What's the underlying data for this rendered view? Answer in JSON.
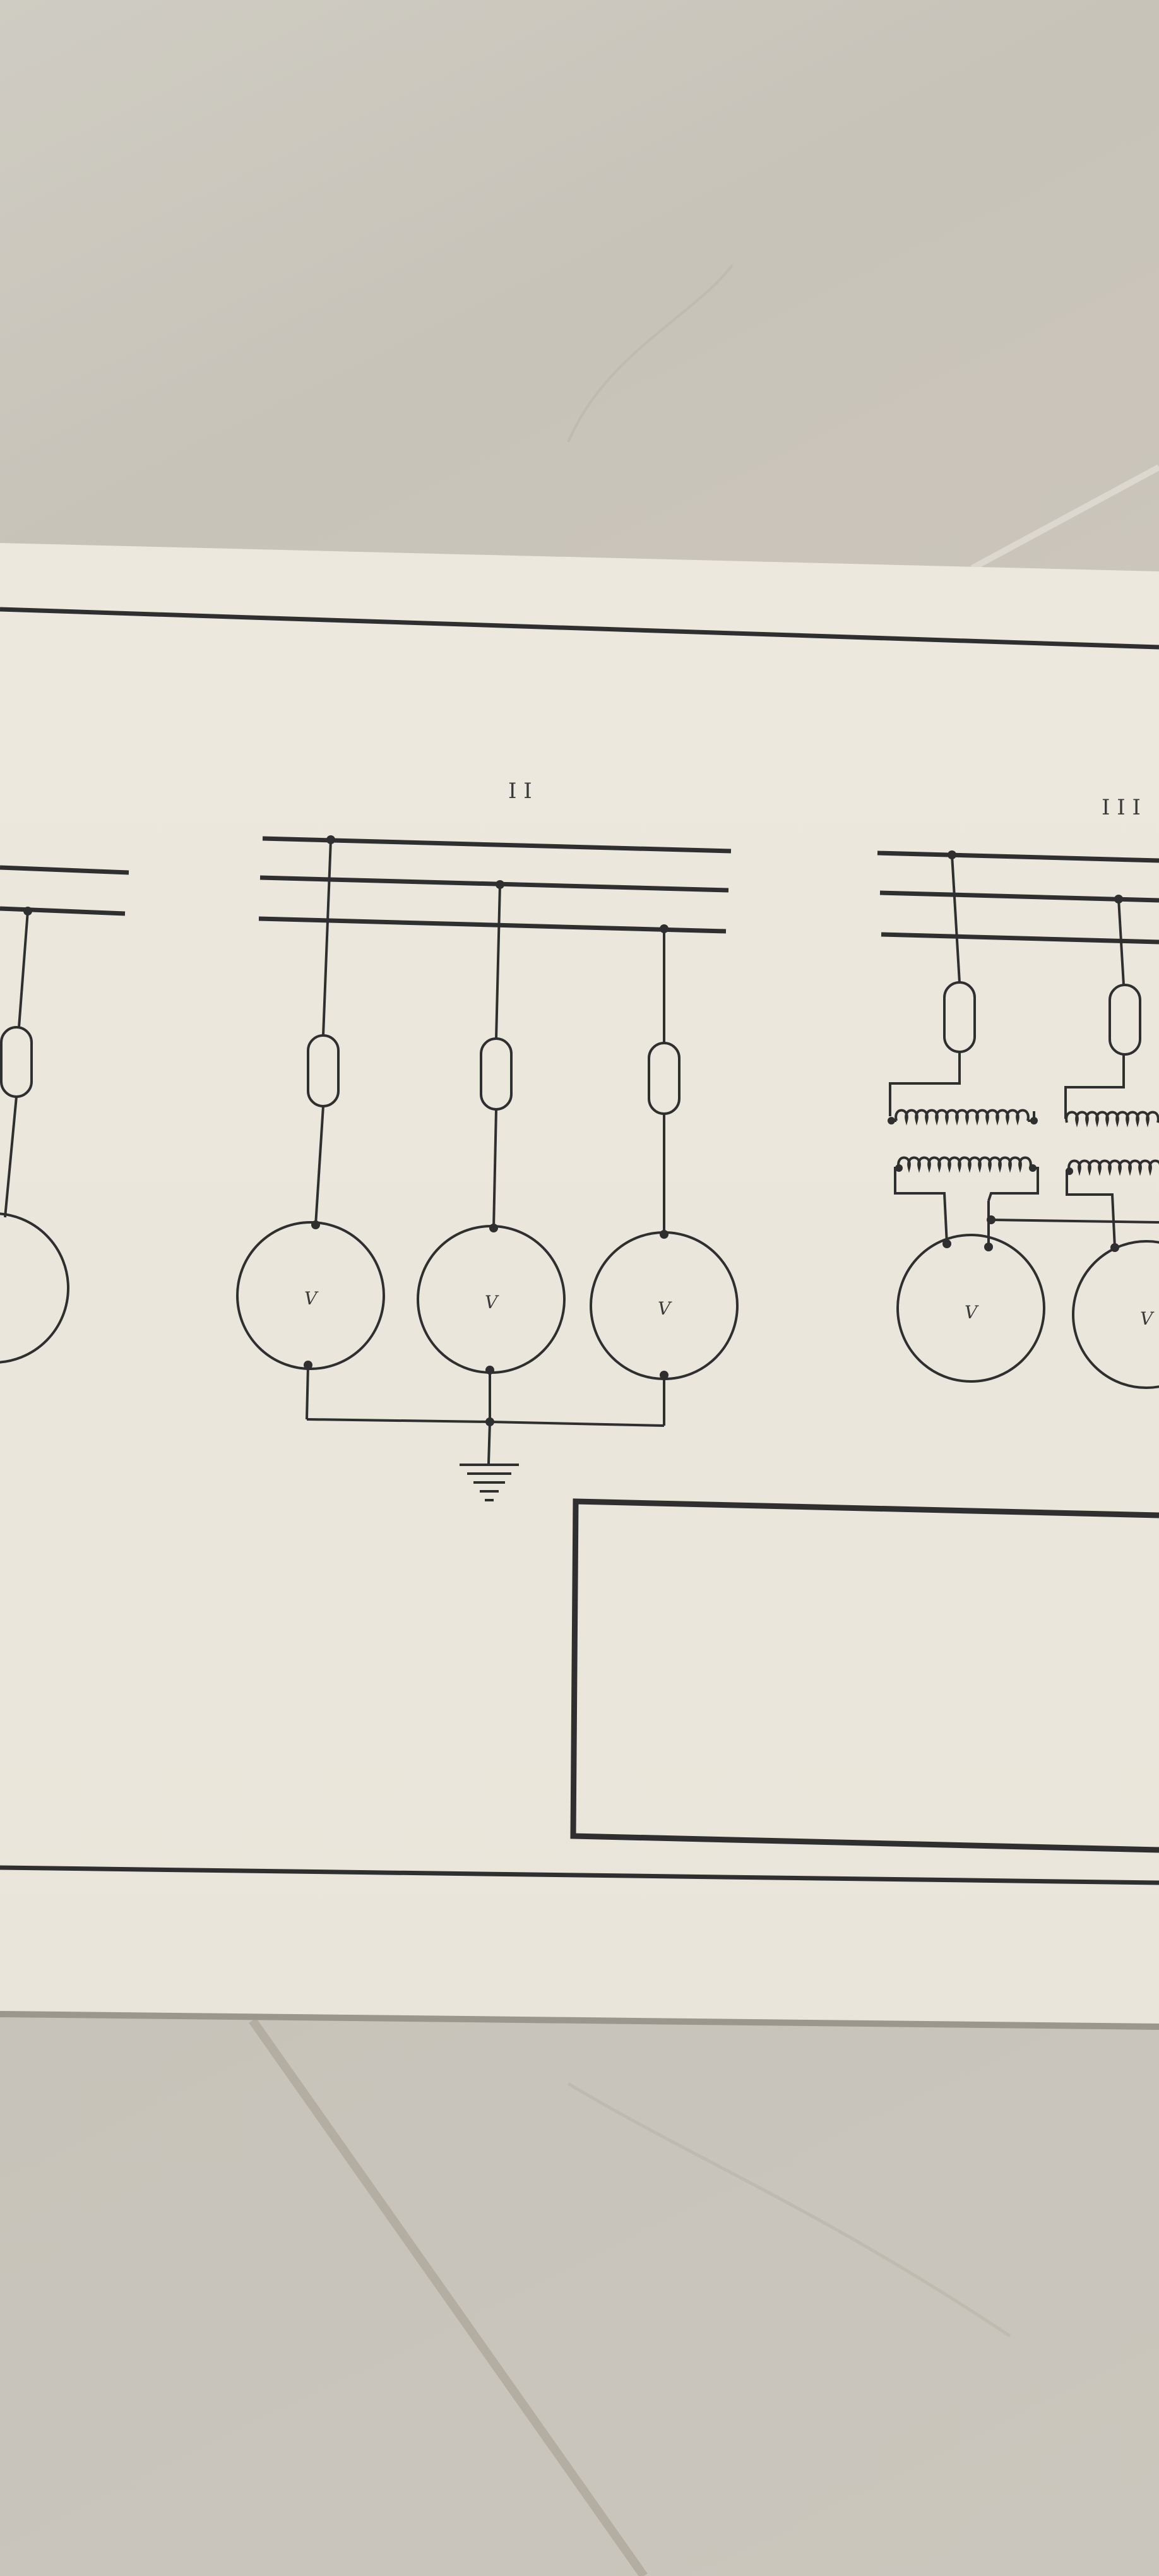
{
  "diagram": {
    "sections": [
      {
        "id": "II",
        "label": "I I"
      },
      {
        "id": "III",
        "label": "I I I"
      }
    ],
    "meter_symbol": "V",
    "colors": {
      "paper": "#ebe7dc",
      "ink": "#2f2f2f",
      "floor": "#c9c6bd"
    }
  }
}
